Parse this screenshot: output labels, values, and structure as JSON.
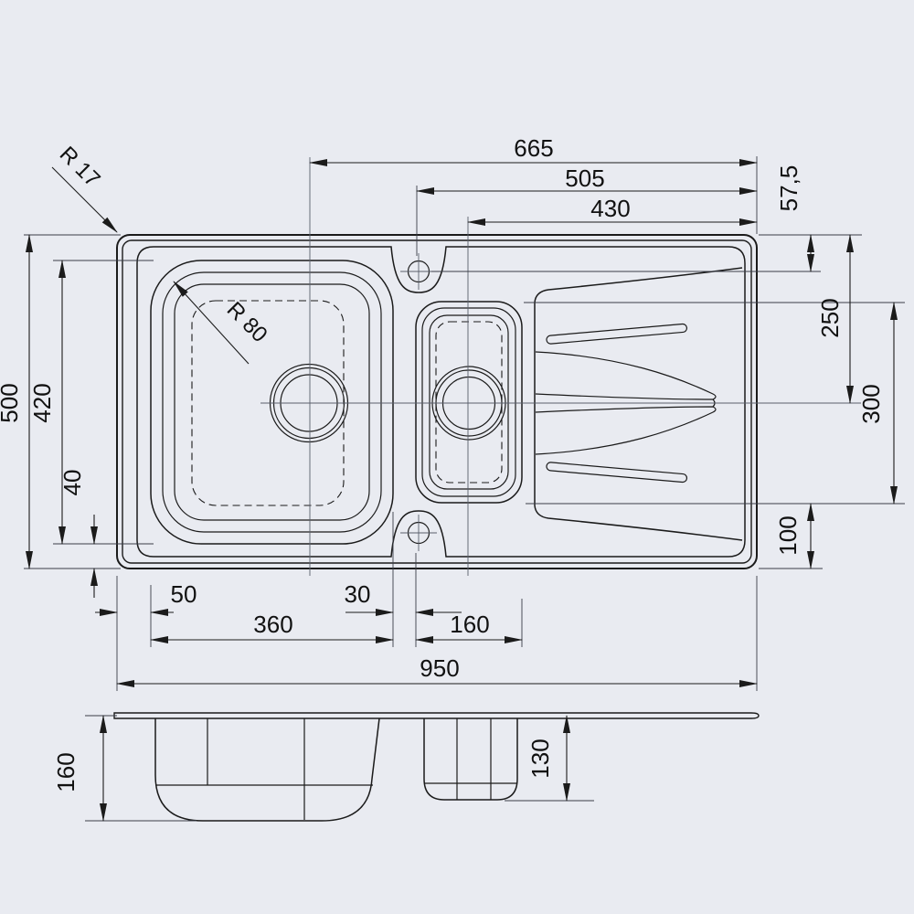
{
  "meta": {
    "background": "#e9ebf1",
    "line_color": "#1b1b1b",
    "drawing_type": "kitchen sink dimension drawing, plan view and front elevation"
  },
  "plan_view": {
    "annotations": {
      "outer_corner_radius": "R 17",
      "bowl_corner_radius": "R 80"
    },
    "dims_top": {
      "main_drain_to_right_edge": "665",
      "tap_hole_to_right_edge": "505",
      "small_drain_to_right_edge": "430",
      "tap_hole_from_top_edge": "57,5"
    },
    "dims_right": {
      "top_edge_to_drain_axis": "250",
      "small_bowl_flange_length": "300",
      "flange_to_bottom_edge": "100"
    },
    "dims_left": {
      "overall_depth": "500",
      "main_bowl_flange_depth": "420",
      "flange_to_bottom_edge": "40"
    },
    "dims_bottom": {
      "left_edge_to_bowl": "50",
      "bowl_gap": "30",
      "main_bowl_flange_width": "360",
      "small_bowl_flange_width": "160",
      "overall_width": "950"
    }
  },
  "side_view": {
    "main_bowl_depth": "160",
    "small_bowl_depth": "130"
  }
}
